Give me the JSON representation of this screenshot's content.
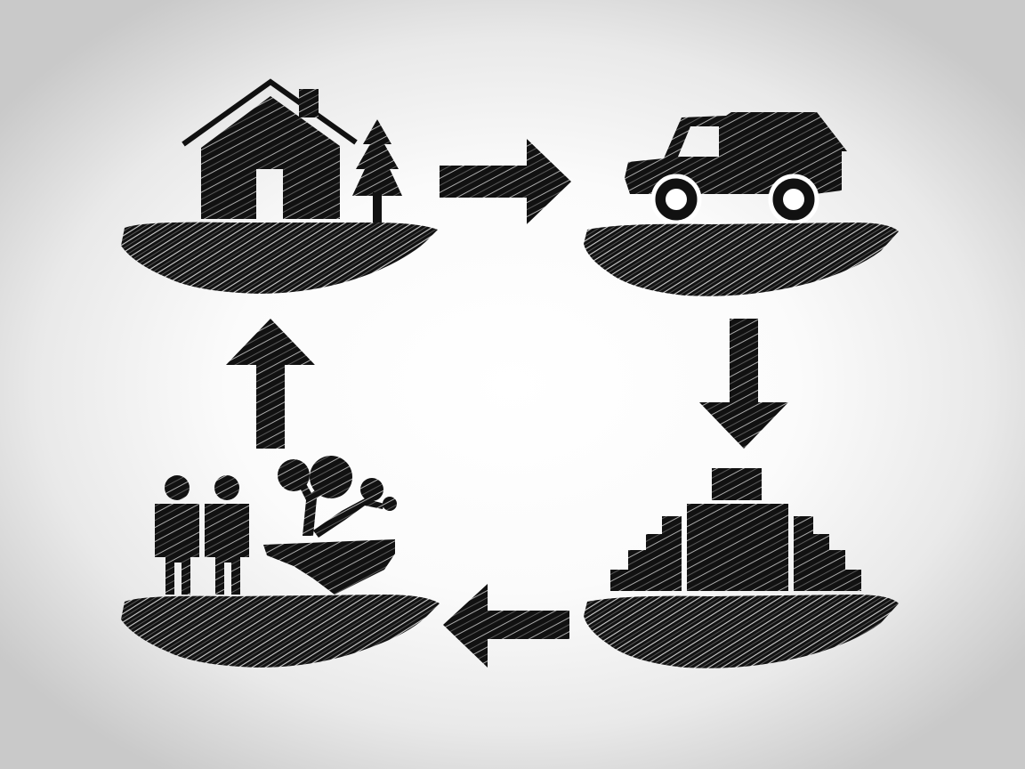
{
  "diagram": {
    "kind": "cycle",
    "ink_color": "#111111",
    "background_color": "#ffffff",
    "vignette_color": "#c9c9c9",
    "stages": [
      {
        "position": "top-left",
        "icon": "house-with-tree-icon"
      },
      {
        "position": "top-right",
        "icon": "pickup-truck-icon"
      },
      {
        "position": "bottom-right",
        "icon": "stacked-boxes-icon"
      },
      {
        "position": "bottom-left",
        "icon": "people-and-tree-icon"
      }
    ],
    "arrows": [
      {
        "from": "top-left",
        "to": "top-right",
        "direction": "right"
      },
      {
        "from": "top-right",
        "to": "bottom-right",
        "direction": "down"
      },
      {
        "from": "bottom-right",
        "to": "bottom-left",
        "direction": "left"
      },
      {
        "from": "bottom-left",
        "to": "top-left",
        "direction": "up"
      }
    ]
  }
}
